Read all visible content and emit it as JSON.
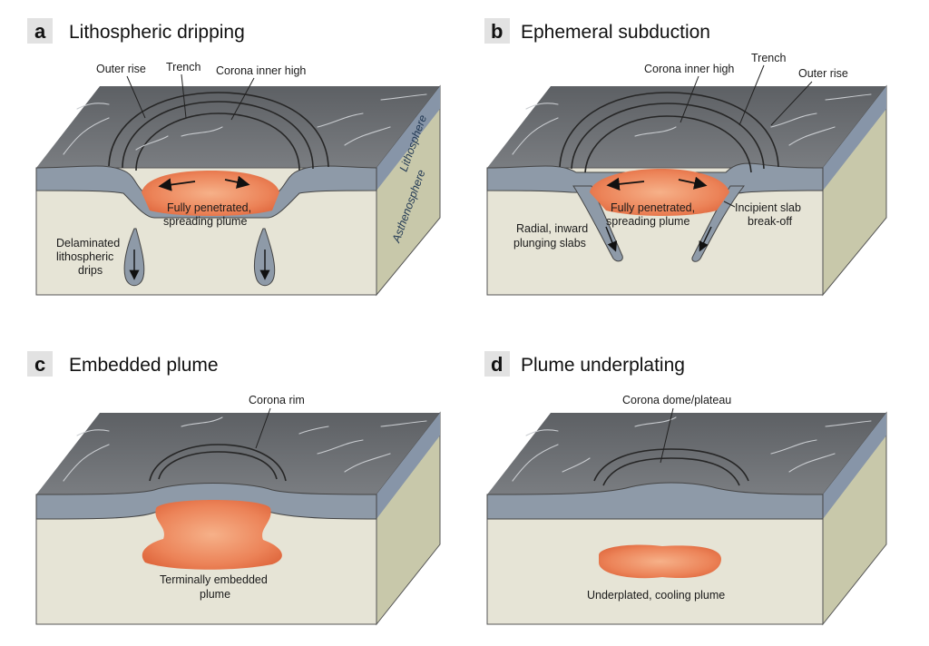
{
  "panels": [
    {
      "letter": "a",
      "title": "Lithospheric dripping",
      "labels": {
        "outer_rise": "Outer rise",
        "trench": "Trench",
        "corona_inner_high": "Corona inner high",
        "plume_line1": "Fully penetrated,",
        "plume_line2": "spreading plume",
        "drips_line1": "Delaminated",
        "drips_line2": "lithospheric",
        "drips_line3": "drips",
        "lithosphere": "Lithosphere",
        "asthenosphere": "Asthenosphere"
      }
    },
    {
      "letter": "b",
      "title": "Ephemeral subduction",
      "labels": {
        "corona_inner_high": "Corona inner high",
        "trench": "Trench",
        "outer_rise": "Outer rise",
        "plume_line1": "Fully penetrated,",
        "plume_line2": "spreading plume",
        "slabs_line1": "Radial, inward",
        "slabs_line2": "plunging slabs",
        "breakoff_line1": "Incipient slab",
        "breakoff_line2": "break-off"
      }
    },
    {
      "letter": "c",
      "title": "Embedded plume",
      "labels": {
        "corona_rim": "Corona rim",
        "plume_line1": "Terminally embedded",
        "plume_line2": "plume"
      }
    },
    {
      "letter": "d",
      "title": "Plume underplating",
      "labels": {
        "corona_dome": "Corona dome/plateau",
        "plume": "Underplated, cooling plume"
      }
    }
  ],
  "colors": {
    "surface": "#6b6e72",
    "lithosphere": "#8e9aa8",
    "asthenosphere": "#e6e4d6",
    "side_face": "#c8c8aa",
    "plume": "#ec8358"
  }
}
